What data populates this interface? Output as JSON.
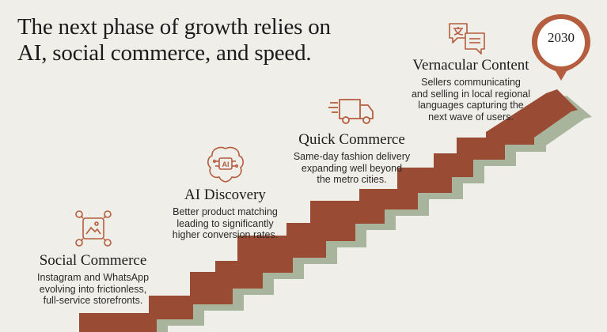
{
  "heading": {
    "line1": "The next phase of growth relies on",
    "line2": "AI, social commerce, and speed."
  },
  "colors": {
    "background": "#efeee8",
    "arrow": "#9a4b33",
    "arrow_shadow": "#a8b49c",
    "accent": "#b55d3f",
    "text": "#1b1b1b"
  },
  "milestone": {
    "label": "2030"
  },
  "stages": [
    {
      "title": "Social Commerce",
      "icon": "social-storefront-icon",
      "desc": [
        "Instagram and WhatsApp",
        "evolving into frictionless,",
        "full-service storefronts."
      ]
    },
    {
      "title": "AI Discovery",
      "icon": "ai-brain-icon",
      "desc": [
        "Better product matching",
        "leading to significantly",
        "higher conversion rates."
      ]
    },
    {
      "title": "Quick Commerce",
      "icon": "delivery-truck-icon",
      "desc": [
        "Same-day fashion delivery",
        "expanding well beyond",
        "the metro cities."
      ]
    },
    {
      "title": "Vernacular Content",
      "icon": "translate-icon",
      "desc": [
        "Sellers communicating",
        "and selling in local regional",
        "languages capturing the",
        "next wave of users."
      ]
    }
  ]
}
